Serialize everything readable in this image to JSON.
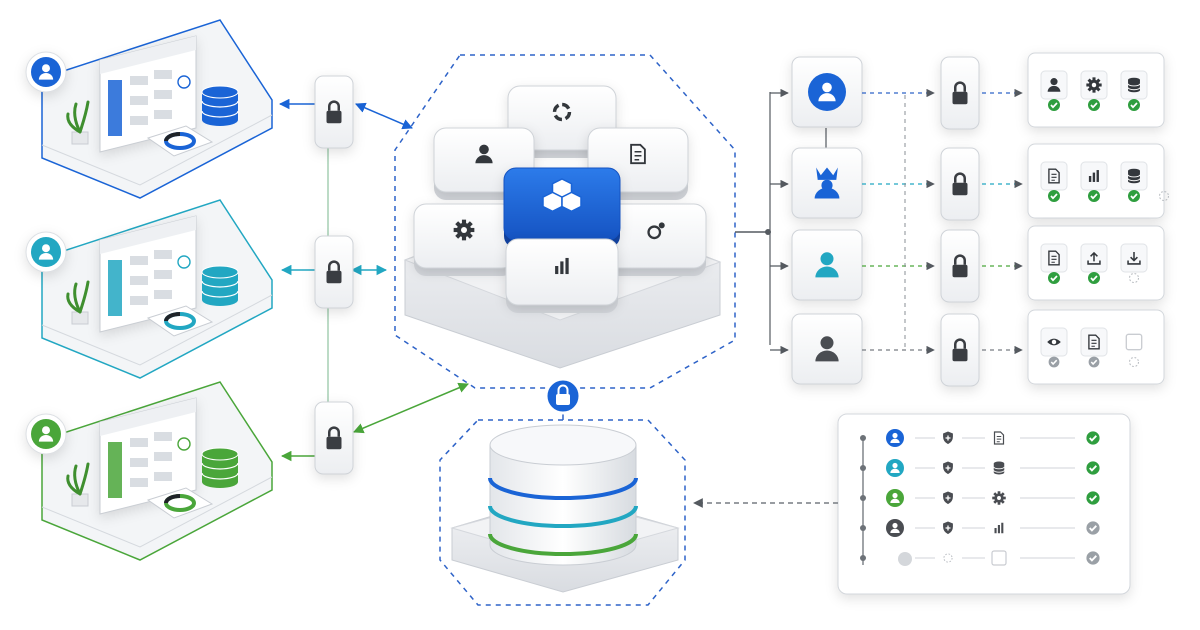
{
  "colors": {
    "blue": "#1a64d6",
    "teal": "#22a7c2",
    "green": "#4aa63a",
    "gray": "#4a4d52",
    "check_green": "#2f9e3f",
    "check_gray": "#9aa0a6",
    "dashed_blue": "#2e63c8",
    "line_gray": "#777c82"
  },
  "clients": [
    {
      "accent": "blue",
      "icon": "user-icon",
      "db": "database-icon"
    },
    {
      "accent": "teal",
      "icon": "user-icon",
      "db": "database-icon"
    },
    {
      "accent": "green",
      "icon": "user-icon",
      "db": "database-icon"
    }
  ],
  "hub_tiles": [
    "user-icon",
    "sync-icon",
    "document-icon",
    "gear-icon",
    "share-icon",
    "bar-chart-icon",
    "cubes-icon"
  ],
  "roles": [
    {
      "icon": "user-icon",
      "color": "blue",
      "perms": [
        [
          "user-icon",
          "check"
        ],
        [
          "gear-icon",
          "check"
        ],
        [
          "database-icon",
          "check"
        ]
      ]
    },
    {
      "icon": "admin-crown-icon",
      "color": "blue",
      "perms": [
        [
          "document-icon",
          "check"
        ],
        [
          "bar-chart-icon",
          "check"
        ],
        [
          "database-icon",
          "check"
        ],
        [
          "empty",
          "pending"
        ]
      ]
    },
    {
      "icon": "user-icon",
      "color": "teal",
      "perms": [
        [
          "document-icon",
          "check"
        ],
        [
          "upload-icon",
          "check"
        ],
        [
          "download-icon",
          "pending"
        ]
      ]
    },
    {
      "icon": "user-icon",
      "color": "gray",
      "perms": [
        [
          "eye-icon",
          "gray"
        ],
        [
          "document-icon",
          "gray"
        ],
        [
          "empty",
          "pending"
        ]
      ]
    }
  ],
  "audit_rows": [
    {
      "user": "blue",
      "resource": "document-icon",
      "status": "check"
    },
    {
      "user": "teal",
      "resource": "database-icon",
      "status": "check"
    },
    {
      "user": "green",
      "resource": "gear-icon",
      "status": "check"
    },
    {
      "user": "gray",
      "resource": "bar-chart-icon",
      "status": "gray"
    },
    {
      "user": "faded",
      "resource": "empty",
      "status": "gray"
    }
  ]
}
